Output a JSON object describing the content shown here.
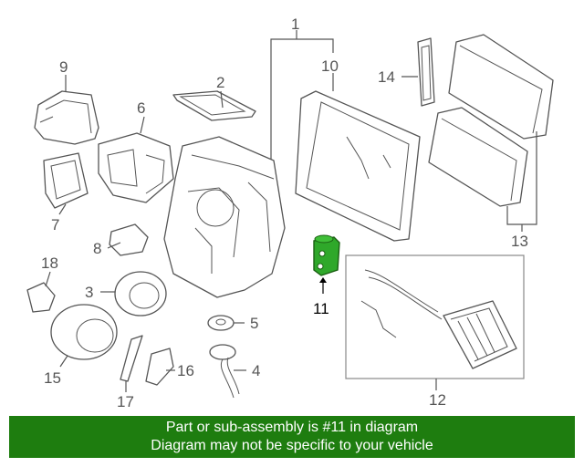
{
  "diagram": {
    "callouts": {
      "c1": "1",
      "c2": "2",
      "c3": "3",
      "c4": "4",
      "c5": "5",
      "c6": "6",
      "c7": "7",
      "c8": "8",
      "c9": "9",
      "c10": "10",
      "c11": "11",
      "c12": "12",
      "c13": "13",
      "c14": "14",
      "c15": "15",
      "c16": "16",
      "c17": "17",
      "c18": "18"
    },
    "highlighted_part": "11",
    "highlight_color": "#2fa82a"
  },
  "banner": {
    "line1": "Part or sub-assembly is #11 in diagram",
    "line2": "Diagram may not be specific to your vehicle",
    "background": "#1e7d0f"
  }
}
